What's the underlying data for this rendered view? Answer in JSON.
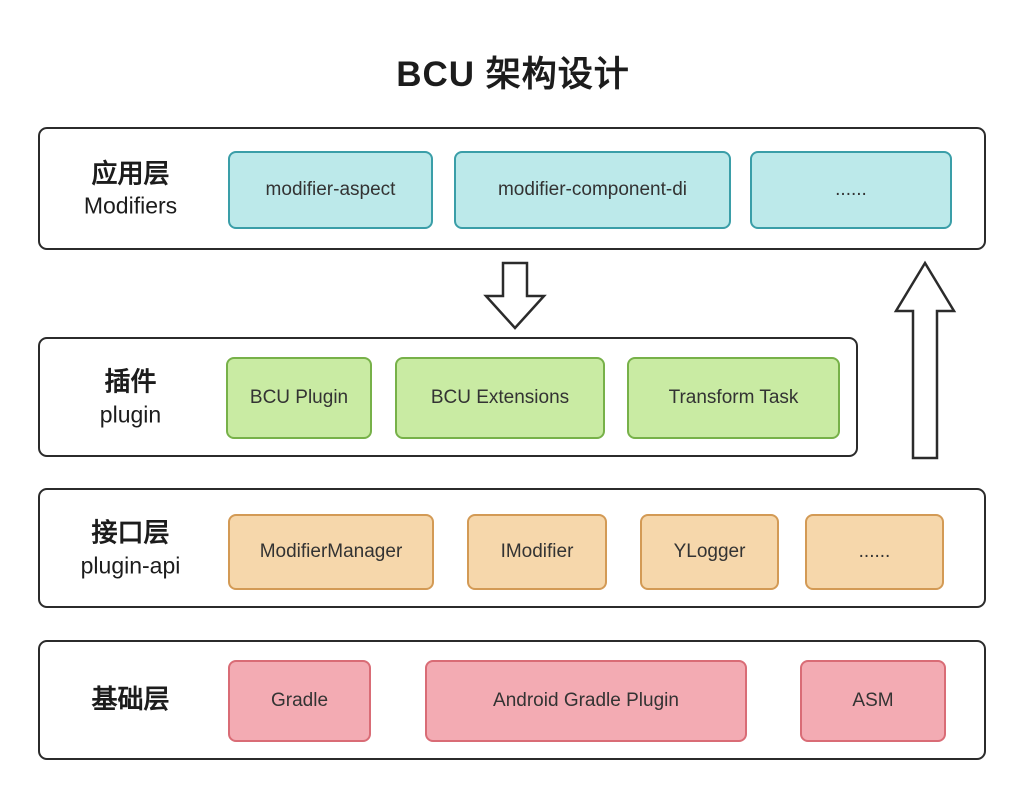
{
  "title": "BCU 架构设计",
  "palette": {
    "outline": "#2b2b2b",
    "app_fill": "#bce9ea",
    "app_border": "#3a9ea8",
    "plugin_fill": "#c9eba3",
    "plugin_border": "#77b149",
    "api_fill": "#f6d7ab",
    "api_border": "#d39a55",
    "base_fill": "#f3abb3",
    "base_border": "#d96c76"
  },
  "layers": [
    {
      "label_cn": "应用层",
      "label_en": "Modifiers",
      "boxes": [
        "modifier-aspect",
        "modifier-component-di",
        "......"
      ]
    },
    {
      "label_cn": "插件",
      "label_en": "plugin",
      "boxes": [
        "BCU Plugin",
        "BCU Extensions",
        "Transform Task"
      ]
    },
    {
      "label_cn": "接口层",
      "label_en": "plugin-api",
      "boxes": [
        "ModifierManager",
        "IModifier",
        "YLogger",
        "......"
      ]
    },
    {
      "label_cn": "基础层",
      "label_en": "",
      "boxes": [
        "Gradle",
        "Android Gradle Plugin",
        "ASM"
      ]
    }
  ]
}
